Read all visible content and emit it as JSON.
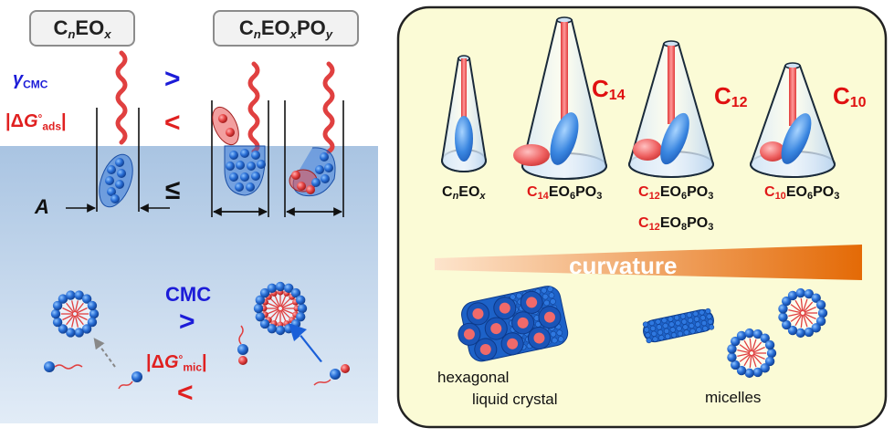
{
  "left_panel": {
    "label_1": {
      "c": "C",
      "n": "n",
      "eo": "EO",
      "x": "x"
    },
    "label_2": {
      "c": "C",
      "n": "n",
      "eo": "EO",
      "x": "x",
      "po": "PO",
      "y": "y"
    },
    "gamma": {
      "symbol": "γ",
      "sub": "CMC"
    },
    "dg_ads": {
      "open": "|Δ",
      "g": "G",
      "deg": "°",
      "sub": "ads",
      "close": "|"
    },
    "cmp_gamma": ">",
    "cmp_dg_ads": "<",
    "cmp_area": "≤",
    "area_label": "A",
    "cmc_label": "CMC",
    "cmp_cmc": ">",
    "dg_mic": {
      "open": "|Δ",
      "g": "G",
      "deg": "°",
      "sub": "mic",
      "close": "|"
    },
    "cmp_dg_mic": "<"
  },
  "right_panel": {
    "cones": [
      {
        "c_label": "",
        "mol": [
          {
            "t": "C",
            "c": "k"
          },
          {
            "t": "n",
            "c": "k",
            "s": 1,
            "i": 1
          },
          {
            "t": "EO",
            "c": "k"
          },
          {
            "t": "x",
            "c": "k",
            "s": 1,
            "i": 1
          }
        ]
      },
      {
        "c_label": {
          "c": "C",
          "n": "14"
        },
        "mol": [
          {
            "t": "C",
            "c": "r"
          },
          {
            "t": "14",
            "c": "r",
            "s": 1
          },
          {
            "t": "EO",
            "c": "k"
          },
          {
            "t": "6",
            "c": "k",
            "s": 1
          },
          {
            "t": "PO",
            "c": "k"
          },
          {
            "t": "3",
            "c": "k",
            "s": 1
          }
        ]
      },
      {
        "c_label": {
          "c": "C",
          "n": "12"
        },
        "mol": [
          {
            "t": "C",
            "c": "r"
          },
          {
            "t": "12",
            "c": "r",
            "s": 1
          },
          {
            "t": "EO",
            "c": "k"
          },
          {
            "t": "6",
            "c": "k",
            "s": 1
          },
          {
            "t": "PO",
            "c": "k"
          },
          {
            "t": "3",
            "c": "k",
            "s": 1
          }
        ],
        "mol2": [
          {
            "t": "C",
            "c": "r"
          },
          {
            "t": "12",
            "c": "r",
            "s": 1
          },
          {
            "t": "EO",
            "c": "k"
          },
          {
            "t": "8",
            "c": "k",
            "s": 1
          },
          {
            "t": "PO",
            "c": "k"
          },
          {
            "t": "3",
            "c": "k",
            "s": 1
          }
        ]
      },
      {
        "c_label": {
          "c": "C",
          "n": "10"
        },
        "mol": [
          {
            "t": "C",
            "c": "r"
          },
          {
            "t": "10",
            "c": "r",
            "s": 1
          },
          {
            "t": "EO",
            "c": "k"
          },
          {
            "t": "6",
            "c": "k",
            "s": 1
          },
          {
            "t": "PO",
            "c": "k"
          },
          {
            "t": "3",
            "c": "k",
            "s": 1
          }
        ]
      }
    ],
    "curvature_label": "curvature",
    "hexagonal_line1": "hexagonal",
    "hexagonal_line2": "liquid crystal",
    "micelles_label": "micelles"
  },
  "colors": {
    "water": "#bcd3ea",
    "panel_bg": "#fbfbd6",
    "tail_red": "#e84040",
    "head_blue": "#2a6fd6",
    "po_red": "#e85050",
    "arrow_blue": "#1a5fd8",
    "gradient_start": "#fde3c8",
    "gradient_end": "#e8700c"
  }
}
